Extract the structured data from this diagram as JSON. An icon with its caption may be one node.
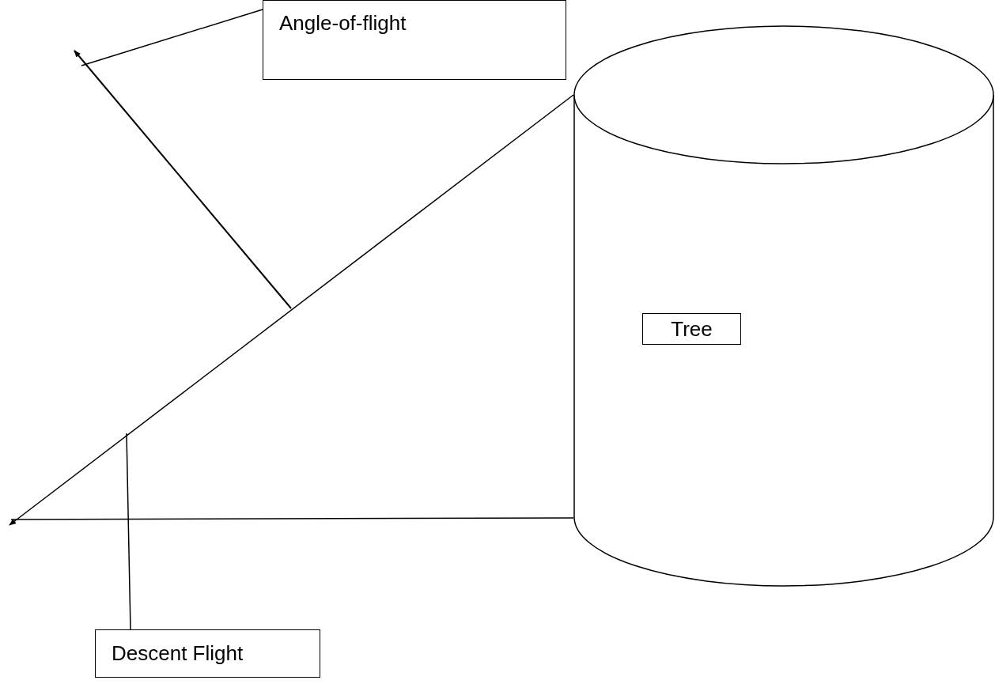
{
  "diagram": {
    "nodes": [
      {
        "text": [
          "Angle-of-flight"
        ]
      },
      {
        "text": [],
        "shape": "cylinder"
      },
      {
        "text": [
          "Tree"
        ],
        "in": 1
      },
      {
        "text": [
          "Descent Flight"
        ]
      }
    ],
    "edges": [
      {
        "from": 1,
        "to": null,
        "arrow": "to"
      },
      {
        "from": 1,
        "to": null,
        "arrow": "none"
      },
      {
        "from": 0,
        "to": null,
        "arrow": "none"
      },
      {
        "from": 3,
        "to": null,
        "arrow": "none"
      }
    ]
  }
}
